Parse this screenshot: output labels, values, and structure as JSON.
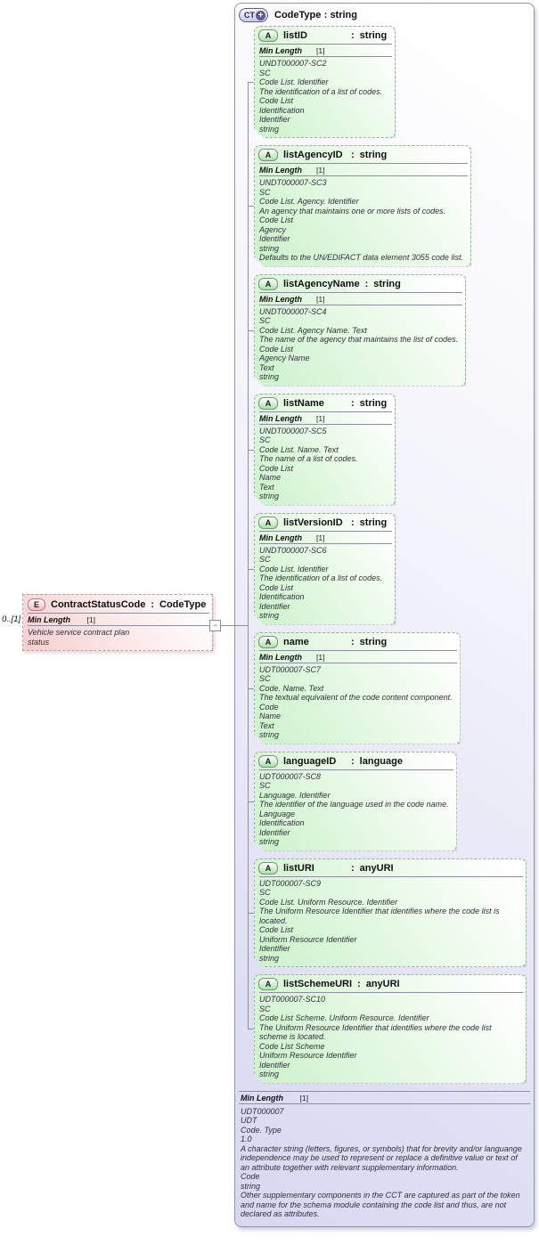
{
  "separator": ":",
  "colors": {
    "container_fill": "#d7d7f1",
    "attribute_fill": "#cbf2cb",
    "element_fill": "#f6cece",
    "connector_line": "#8f8fa0"
  },
  "toggle_glyph": "−",
  "element": {
    "multiplicity": "0..[1]",
    "icon": "E",
    "name": "ContractStatusCode",
    "type": "CodeType",
    "facets": {
      "name": "Min Length",
      "value": "[1]"
    },
    "annotation": [
      "Vehicle service contract plan",
      "status"
    ]
  },
  "container": {
    "icon": "CT",
    "expand_icon": "+",
    "name": "CodeType",
    "type": "string",
    "facets": {
      "name": "Min Length",
      "value": "[1]"
    },
    "annotation": [
      "UDT000007",
      "UDT",
      "Code. Type",
      "1.0",
      "A character string (letters, figures, or symbols) that for brevity and/or languange independence may be used to represent or replace a definitive value or text of an attribute together with relevant supplementary information.",
      "Code",
      "string",
      "Other supplementary components in the CCT are captured as part of the token and name for the schema module containing the code list and thus, are not declared as attributes."
    ]
  },
  "attributes": [
    {
      "icon": "A",
      "name": "listID",
      "type": "string",
      "facets": {
        "name": "Min Length",
        "value": "[1]"
      },
      "annotation": [
        "UNDT000007-SC2",
        "SC",
        "Code List. Identifier",
        "The identification of a list of codes.",
        "Code List",
        "Identification",
        "Identifier",
        "string"
      ]
    },
    {
      "icon": "A",
      "name": "listAgencyID",
      "type": "string",
      "facets": {
        "name": "Min Length",
        "value": "[1]"
      },
      "annotation": [
        "UNDT000007-SC3",
        "SC",
        "Code List. Agency. Identifier",
        "An agency that maintains one or more lists of codes.",
        "Code List",
        "Agency",
        "Identifier",
        "string",
        "Defaults to the UN/EDIFACT data element 3055 code list."
      ]
    },
    {
      "icon": "A",
      "name": "listAgencyName",
      "type": "string",
      "facets": {
        "name": "Min Length",
        "value": "[1]"
      },
      "annotation": [
        "UNDT000007-SC4",
        "SC",
        "Code List. Agency Name. Text",
        "The name of the agency that maintains the list of codes.",
        "Code List",
        "Agency Name",
        "Text",
        "string"
      ]
    },
    {
      "icon": "A",
      "name": "listName",
      "type": "string",
      "facets": {
        "name": "Min Length",
        "value": "[1]"
      },
      "annotation": [
        "UNDT000007-SC5",
        "SC",
        "Code List. Name. Text",
        "The name of a list of codes.",
        "Code List",
        "Name",
        "Text",
        "string"
      ]
    },
    {
      "icon": "A",
      "name": "listVersionID",
      "type": "string",
      "facets": {
        "name": "Min Length",
        "value": "[1]"
      },
      "annotation": [
        "UNDT000007-SC6",
        "SC",
        "Code List. Identifier",
        "The identification of a list of codes.",
        "Code List",
        "Identification",
        "Identifier",
        "string"
      ]
    },
    {
      "icon": "A",
      "name": "name",
      "type": "string",
      "facets": {
        "name": "Min Length",
        "value": "[1]"
      },
      "annotation": [
        "UDT000007-SC7",
        "SC",
        "Code. Name. Text",
        "The textual equivalent of the code content component.",
        "Code",
        "Name",
        "Text",
        "string"
      ]
    },
    {
      "icon": "A",
      "name": "languageID",
      "type": "language",
      "facets": null,
      "annotation": [
        "UDT000007-SC8",
        "SC",
        "Language. Identifier",
        "The identifier of the language used in the code name.",
        "Language",
        "Identification",
        "Identifier",
        "string"
      ]
    },
    {
      "icon": "A",
      "name": "listURI",
      "type": "anyURI",
      "facets": null,
      "annotation": [
        "UDT000007-SC9",
        "SC",
        "Code List. Uniform Resource. Identifier",
        "The Uniform Resource Identifier that identifies where the code list is located.",
        "Code List",
        "Uniform Resource Identifier",
        "Identifier",
        "string"
      ]
    },
    {
      "icon": "A",
      "name": "listSchemeURI",
      "type": "anyURI",
      "facets": null,
      "annotation": [
        "UDT000007-SC10",
        "SC",
        "Code List Scheme. Uniform Resource. Identifier",
        "The Uniform Resource Identifier that identifies where the code list scheme is located.",
        "Code List Scheme",
        "Uniform Resource Identifier",
        "Identifier",
        "string"
      ]
    }
  ]
}
